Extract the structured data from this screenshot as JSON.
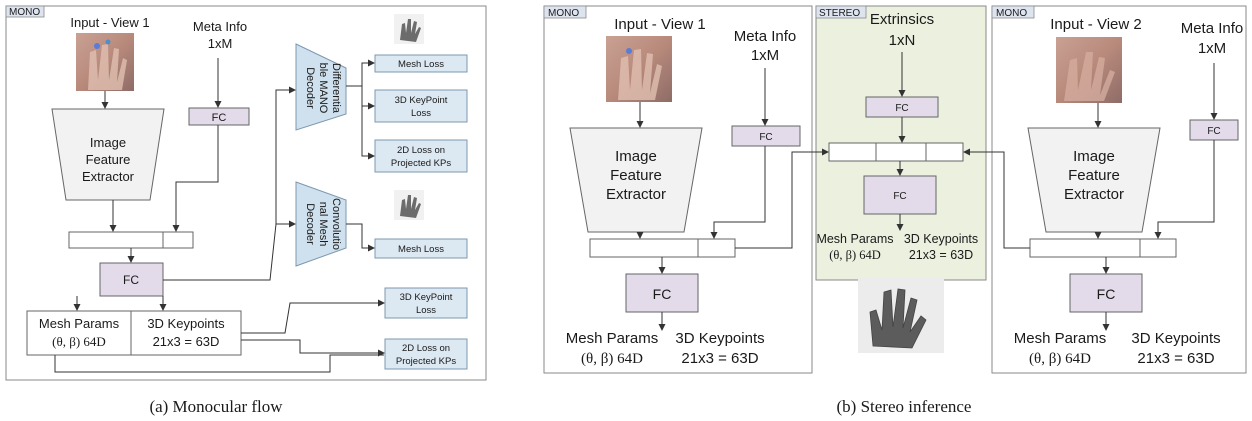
{
  "panel_a": {
    "tag": "MONO",
    "input_title": "Input - View 1",
    "meta_title": "Meta Info",
    "meta_dim": "1xM",
    "fc_meta": "FC",
    "extractor": [
      "Image",
      "Feature",
      "Extractor"
    ],
    "fc_main": "FC",
    "mesh_params": "Mesh Params",
    "mesh_params_dim": "(θ, β)  64D",
    "keypoints": "3D Keypoints",
    "keypoints_dim": "21x3 = 63D",
    "decoder1": [
      "Differentia",
      "ble MANO",
      "Decoder"
    ],
    "decoder2": [
      "Convolutio",
      "nal Mesh",
      "Decoder"
    ],
    "loss_mesh1": "Mesh Loss",
    "loss_kp1": [
      "3D KeyPoint",
      "Loss"
    ],
    "loss_2d1": [
      "2D Loss on",
      "Projected KPs"
    ],
    "loss_mesh2": "Mesh Loss",
    "loss_kp2": [
      "3D KeyPoint",
      "Loss"
    ],
    "loss_2d2": [
      "2D Loss on",
      "Projected KPs"
    ],
    "caption": "(a) Monocular flow"
  },
  "panel_b": {
    "tag_left": "MONO",
    "tag_mid": "STEREO",
    "tag_right": "MONO",
    "input1_title": "Input - View 1",
    "input2_title": "Input - View 2",
    "meta_title": "Meta Info",
    "meta_dim": "1xM",
    "extr_title": "Extrinsics",
    "extr_dim": "1xN",
    "fc": "FC",
    "extractor": [
      "Image",
      "Feature",
      "Extractor"
    ],
    "mesh_params": "Mesh Params",
    "mesh_params_dim": "(θ, β)  64D",
    "keypoints": "3D Keypoints",
    "keypoints_dim": "21x3 = 63D",
    "mid_mesh": "Mesh Params",
    "mid_mesh_dim": "(θ, β)  64D",
    "mid_kp": "3D Keypoints",
    "mid_kp_dim": "21x3 = 63D",
    "caption": "(b) Stereo inference"
  },
  "colors": {
    "fc_fill": "#e3dbe9",
    "loss_fill": "#dce8f2",
    "decoder_fill": "#cfe1ee",
    "stereo_fill": "#ebf0df",
    "tag_fill": "#dde4f0"
  }
}
